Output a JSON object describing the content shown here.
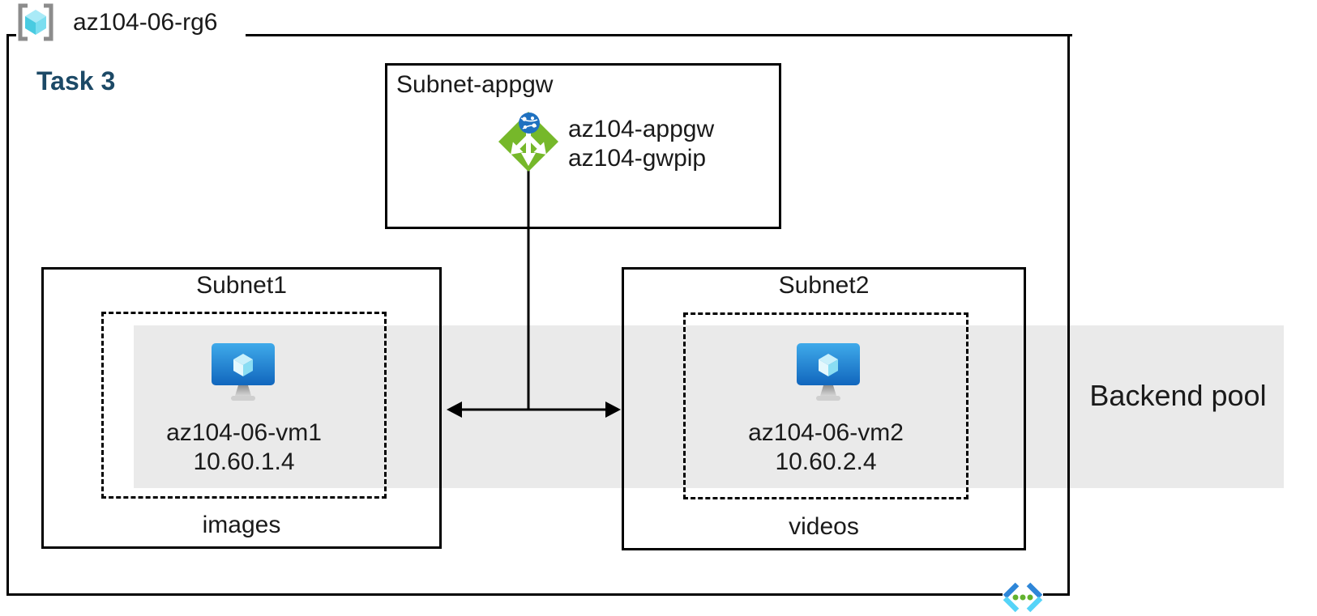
{
  "resource_group": {
    "name": "az104-06-rg6",
    "icon": "resource-group-icon"
  },
  "task_label": "Task 3",
  "appgw_subnet": {
    "title": "Subnet-appgw",
    "icon": "application-gateway-icon",
    "gateway_name": "az104-appgw",
    "public_ip_name": "az104-gwpip"
  },
  "subnets": [
    {
      "title": "Subnet1",
      "vm_icon": "virtual-machine-icon",
      "vm_name": "az104-06-vm1",
      "vm_ip": "10.60.1.4",
      "caption": "images"
    },
    {
      "title": "Subnet2",
      "vm_icon": "virtual-machine-icon",
      "vm_name": "az104-06-vm2",
      "vm_ip": "10.60.2.4",
      "caption": "videos"
    }
  ],
  "backend_pool": {
    "label": "Backend pool"
  },
  "footer_icon": "virtual-network-icon",
  "connector": {
    "type": "double-headed-arrow",
    "from": "az104-appgw",
    "to": [
      "Subnet1",
      "Subnet2"
    ]
  },
  "colors": {
    "band_gray": "#EAEAEA",
    "task_text": "#1C4966",
    "appgw_green": "#76B82A",
    "globe_blue": "#1F71C0",
    "vm_screen_top": "#3FAAEA",
    "vm_screen_bottom": "#1166BD",
    "vnet_blue": "#2E86D8",
    "vnet_cyan": "#55D4F8",
    "vnet_green": "#62B22E",
    "bracket_gray": "#8C8C8C",
    "outline_black": "#000000"
  }
}
